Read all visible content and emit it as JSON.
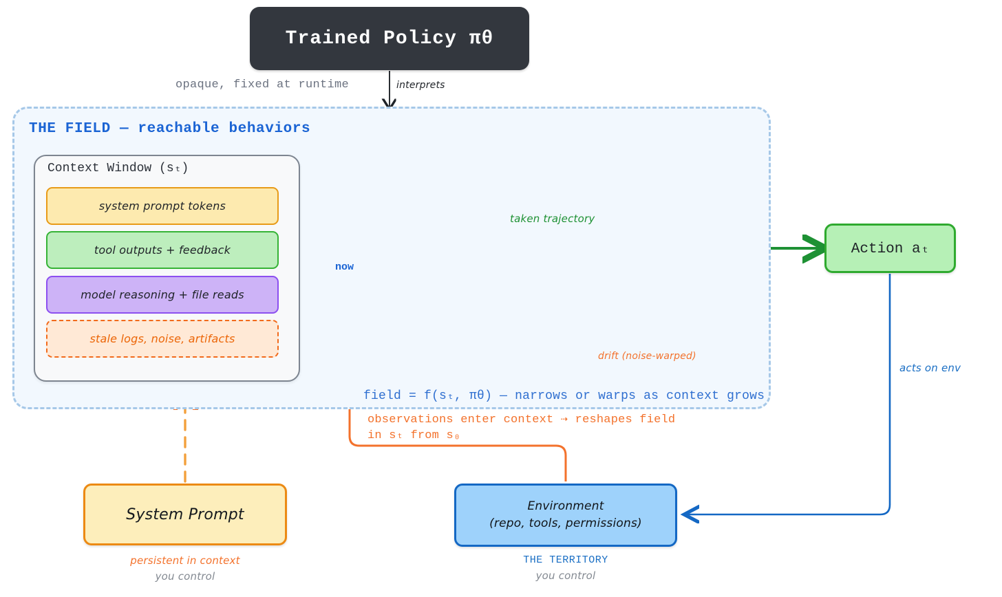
{
  "policy": {
    "title": "Trained Policy πθ",
    "note": "opaque, fixed at runtime",
    "edge_label": "interprets"
  },
  "field": {
    "title": "THE FIELD — reachable behaviors",
    "equation": "field = f(sₜ, πθ) — narrows or warps as context grows",
    "observation_note": "observations enter context ⇢ reshapes field\nin sₜ from s₀",
    "context_window": {
      "title": "Context Window (sₜ)",
      "rows": [
        {
          "label": "system prompt tokens",
          "fill": "#fdeaaf",
          "stroke": "#e89b18",
          "style": "solid"
        },
        {
          "label": "tool outputs + feedback",
          "fill": "#bdeebd",
          "stroke": "#36b336",
          "style": "solid"
        },
        {
          "label": "model reasoning + file reads",
          "fill": "#cdb3f7",
          "stroke": "#8c4ff0",
          "style": "solid"
        },
        {
          "label": "stale logs, noise, artifacts",
          "fill": "#ffe9d6",
          "stroke": "#f26a1b",
          "style": "dashed"
        }
      ]
    },
    "trajectory": {
      "now_label": "now",
      "taken_label": "taken trajectory",
      "drift_label": "drift (noise-warped)",
      "taken_color": "#1e9134",
      "drift_color": "#f6a07a",
      "counterfactual_color": "#c6cbd1",
      "now_dot_color": "#1b64d4"
    }
  },
  "action": {
    "title": "Action aₜ",
    "edge_label": "acts on env"
  },
  "system_prompt": {
    "title": "System Prompt",
    "caption_1": "persistent in context",
    "caption_2": "you control"
  },
  "environment": {
    "title_line_1": "Environment",
    "title_line_2": "(repo, tools, permissions)",
    "caption_1": "THE TERRITORY",
    "caption_2": "you control"
  },
  "colors": {
    "policy_bg": "#33373e",
    "field_border": "#a6c8e8",
    "field_bg": "#f2f8fe",
    "field_title": "#1b64d4",
    "orange": "#f3722c",
    "blue": "#1468c4",
    "green": "#2faa2f"
  }
}
